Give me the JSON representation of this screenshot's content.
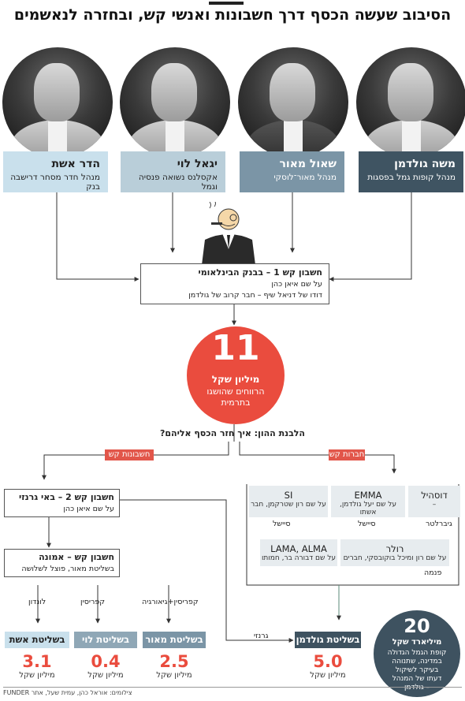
{
  "title": "הסיבוב שעשה הכסף דרך חשבונות ואנשי קש, ובחזרה לנאשמים",
  "people": [
    {
      "name": "הדר אשת",
      "role": "מנהל חדר מסחר דרישבה בנק"
    },
    {
      "name": "יגאל לוי",
      "role": "אקסלנס נשואה פנסיה וגמל"
    },
    {
      "name": "שאול מאור",
      "role": "מנהל מאור־לוסקי"
    },
    {
      "name": "משה גולדמן",
      "role": "מנהל קופות גמל בפסגות"
    }
  ],
  "strawman_account": {
    "title": "חשבון קש 1 – בבנק הבינלאומי",
    "line1": "על שם איאן כהן",
    "line2": "דודו של דניאל שיף – חבר קרוב של גולדמן"
  },
  "profit": {
    "value": "11",
    "unit": "מיליון שקל",
    "desc1": "הרווחים שהושגו",
    "desc2": "בתרמית"
  },
  "question": "הלבנת ההון: איך חזר הכסף אליהם?",
  "tags": {
    "accounts": "חשבונות קש",
    "companies": "חברות קש"
  },
  "account2": {
    "title": "חשבון קש 2 – באי גרנזי",
    "sub": "על שם איאן כהן"
  },
  "trust": {
    "title": "חשבון קש – אמונה",
    "sub": "בשליטת מאור, פוצל לשלושה"
  },
  "companies": [
    {
      "name": "דוסהיל",
      "owner": "–",
      "place": "גיברלטר"
    },
    {
      "name": "EMMA",
      "owner": "על שם יעל גולדמן, אשתו",
      "place": "סיישל"
    },
    {
      "name": "SI",
      "owner": "על שם רון שטרקמן, חבר",
      "place": "סיישל"
    },
    {
      "name": "רולר",
      "owner": "על שם רון ומיכל בוקובסקי, חברים",
      "place": "פנמה"
    },
    {
      "name": "LAMA, ALMA",
      "owner": "על שם דבורה בר, חמותו",
      "place": ""
    }
  ],
  "routes": [
    "קפריסין+גיאורגיה",
    "קפריסין",
    "לונדון",
    "גרנזי"
  ],
  "outcomes": [
    {
      "label": "בשליטת גולדמן",
      "amount": "5.0",
      "unit": "מיליון שקל",
      "color": "#3e5260"
    },
    {
      "label": "בשליטת מאור",
      "amount": "2.5",
      "unit": "מיליון שקל",
      "color": "#7b95a6"
    },
    {
      "label": "בשליטת לוי",
      "amount": "0.4",
      "unit": "מיליון שקל",
      "color": "#8fa7b6"
    },
    {
      "label": "בשליטת אשת",
      "amount": "3.1",
      "unit": "מיליון שקל",
      "color": "#c9e0ec"
    }
  ],
  "fund": {
    "value": "20",
    "unit": "מיליארד שקל",
    "lines": [
      "קופת הגמל הגדולה",
      "במדינה, שתנוהה",
      "בעיקר לשיקול",
      "דעתו של המנהל",
      "– גולדמן"
    ]
  },
  "credit": "צילומים: אוראל כהן, עמית שעל, אתר FUNDER"
}
